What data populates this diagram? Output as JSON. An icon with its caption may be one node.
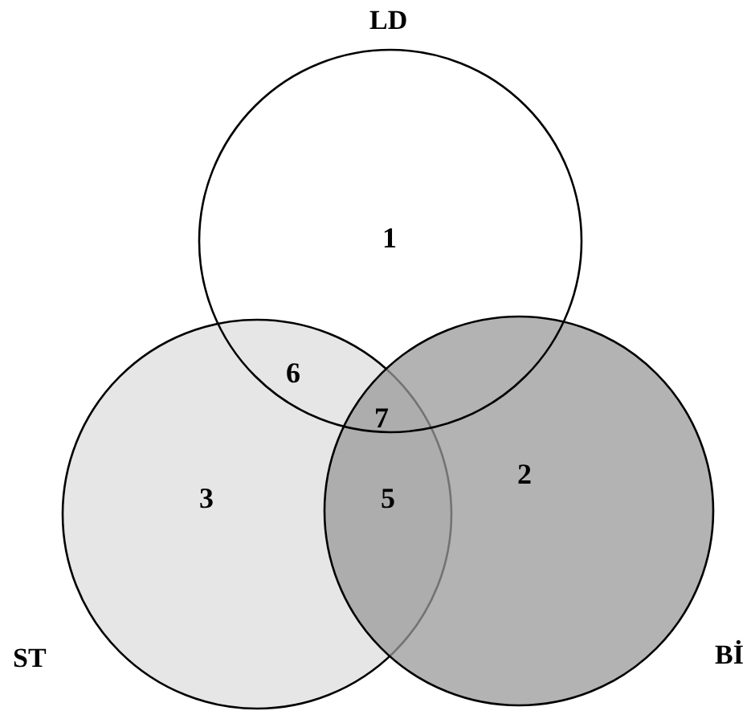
{
  "diagram": {
    "nodes": [
      {
        "text": [
          "LD"
        ]
      },
      {
        "text": [
          "ST"
        ]
      },
      {
        "text": [
          "Bİ"
        ]
      }
    ],
    "labels": [
      "1",
      "6",
      "7",
      "3",
      "5",
      "2"
    ]
  }
}
